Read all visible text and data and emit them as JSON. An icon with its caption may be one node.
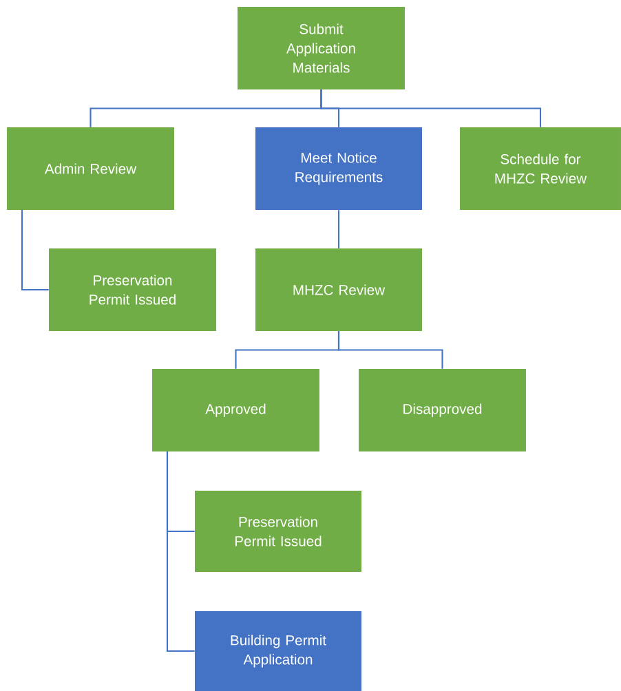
{
  "diagram": {
    "nodes": [
      {
        "text": [
          "Submit Application Materials"
        ]
      },
      {
        "text": [
          "Admin Review"
        ]
      },
      {
        "text": [
          "Meet Notice Requirements"
        ]
      },
      {
        "text": [
          "Schedule for MHZC Review"
        ]
      },
      {
        "text": [
          "Preservation Permit Issued"
        ]
      },
      {
        "text": [
          "MHZC Review"
        ]
      },
      {
        "text": [
          "Approved"
        ]
      },
      {
        "text": [
          "Disapproved"
        ]
      },
      {
        "text": [
          "Preservation Permit Issued"
        ]
      },
      {
        "text": [
          "Building Permit Application"
        ]
      }
    ],
    "edges": [
      {
        "from": 0,
        "to": 1,
        "arrow": "none"
      },
      {
        "from": 0,
        "to": 2,
        "arrow": "none"
      },
      {
        "from": 0,
        "to": 3,
        "arrow": "none"
      },
      {
        "from": 1,
        "to": 4,
        "arrow": "none"
      },
      {
        "from": 2,
        "to": 5,
        "arrow": "none"
      },
      {
        "from": 5,
        "to": 6,
        "arrow": "none"
      },
      {
        "from": 5,
        "to": 7,
        "arrow": "none"
      },
      {
        "from": 6,
        "to": 8,
        "arrow": "none"
      },
      {
        "from": 6,
        "to": 9,
        "arrow": "none"
      }
    ]
  }
}
